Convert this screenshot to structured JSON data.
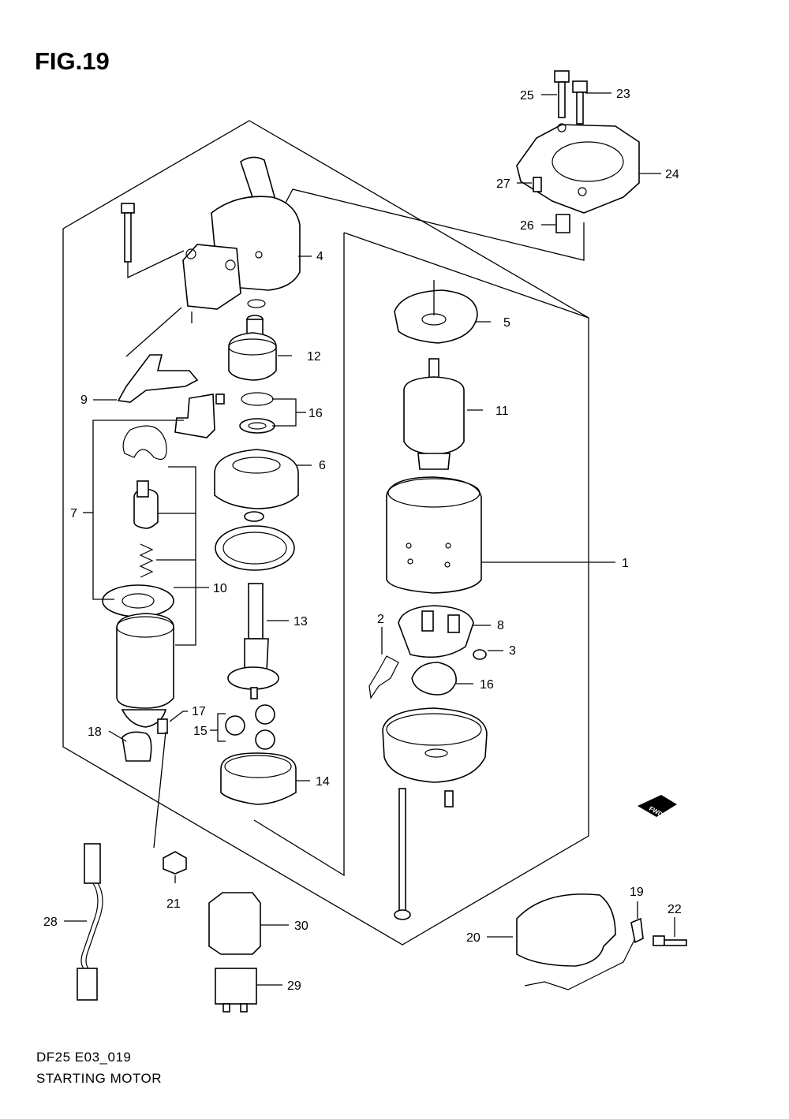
{
  "figure": {
    "title": "FIG.19"
  },
  "footer": {
    "code": "DF25 E03_019",
    "name": "STARTING MOTOR"
  },
  "fwd_badge": "FWD",
  "callouts": [
    {
      "num": "1"
    },
    {
      "num": "2"
    },
    {
      "num": "3"
    },
    {
      "num": "4"
    },
    {
      "num": "5"
    },
    {
      "num": "6"
    },
    {
      "num": "7"
    },
    {
      "num": "8"
    },
    {
      "num": "9"
    },
    {
      "num": "10"
    },
    {
      "num": "11"
    },
    {
      "num": "12"
    },
    {
      "num": "13"
    },
    {
      "num": "14"
    },
    {
      "num": "15"
    },
    {
      "num": "16"
    },
    {
      "num": "16"
    },
    {
      "num": "17"
    },
    {
      "num": "18"
    },
    {
      "num": "19"
    },
    {
      "num": "20"
    },
    {
      "num": "21"
    },
    {
      "num": "22"
    },
    {
      "num": "23"
    },
    {
      "num": "24"
    },
    {
      "num": "25"
    },
    {
      "num": "26"
    },
    {
      "num": "27"
    },
    {
      "num": "28"
    },
    {
      "num": "29"
    },
    {
      "num": "30"
    }
  ]
}
